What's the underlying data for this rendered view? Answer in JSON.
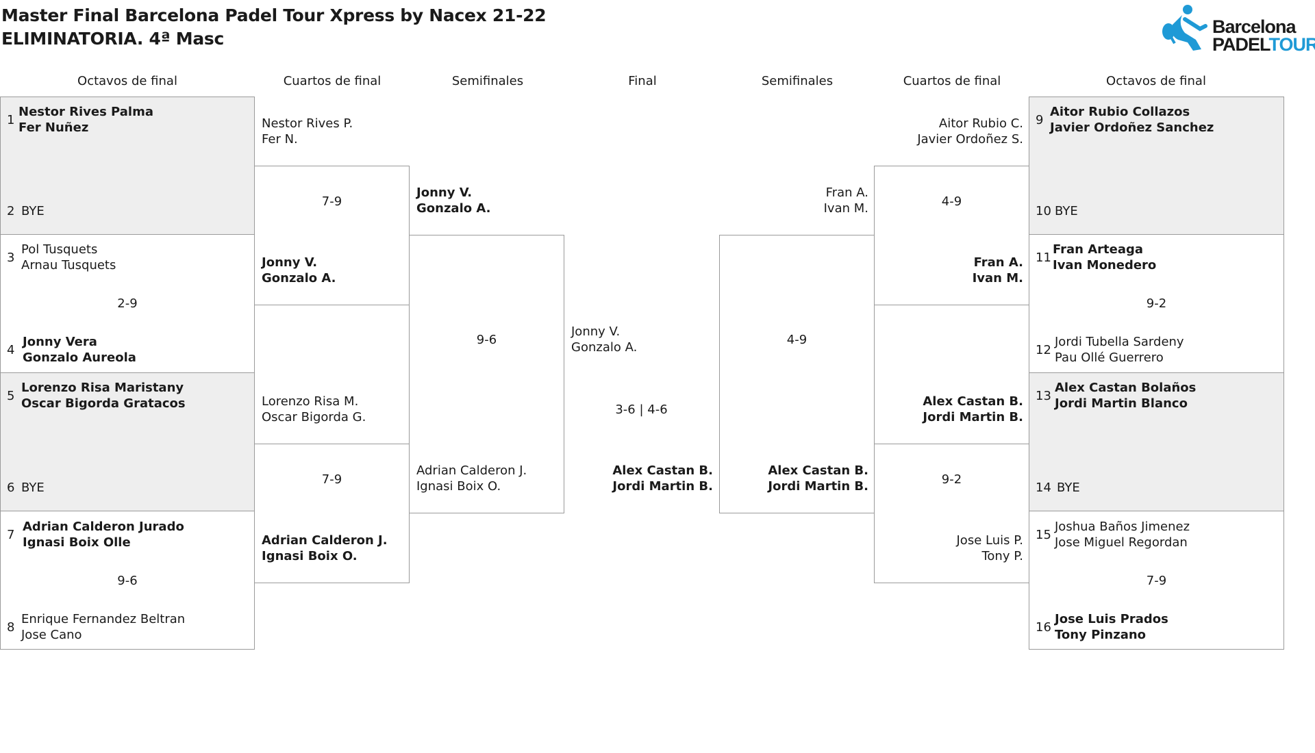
{
  "header": {
    "title_line1": "Master Final Barcelona Padel Tour Xpress by Nacex 21-22",
    "title_line2": "ELIMINATORIA. 4ª Masc"
  },
  "logo": {
    "line1": "Barcelona",
    "line2a": "PADEL",
    "line2b": "TOUR",
    "color_dark": "#1b1b1b",
    "color_blue": "#1f9ad6"
  },
  "columns": [
    "Octavos de final",
    "Cuartos de final",
    "Semifinales",
    "Final",
    "Semifinales",
    "Cuartos de final",
    "Octavos de final"
  ],
  "left": {
    "r16": [
      {
        "seed": "1",
        "p1": "Nestor Rives Palma",
        "p2": "Fer Nuñez"
      },
      {
        "seed": "2",
        "p1": "BYE",
        "p2": ""
      },
      {
        "seed": "3",
        "p1": "Pol Tusquets",
        "p2": "Arnau Tusquets"
      },
      {
        "seed": "4",
        "p1": "Jonny Vera",
        "p2": "Gonzalo Aureola"
      },
      {
        "seed": "5",
        "p1": "Lorenzo Risa Maristany",
        "p2": "Oscar Bigorda Gratacos"
      },
      {
        "seed": "6",
        "p1": "BYE",
        "p2": ""
      },
      {
        "seed": "7",
        "p1": "Adrian Calderon Jurado",
        "p2": "Ignasi Boix Olle"
      },
      {
        "seed": "8",
        "p1": "Enrique Fernandez Beltran",
        "p2": "Jose Cano"
      }
    ],
    "r16_scores": [
      "2-9",
      "9-6"
    ],
    "qf": [
      {
        "p1": "Nestor Rives P.",
        "p2": "Fer N."
      },
      {
        "p1": "Jonny V.",
        "p2": "Gonzalo A."
      },
      {
        "p1": "Lorenzo Risa M.",
        "p2": "Oscar Bigorda G."
      },
      {
        "p1": "Adrian Calderon J.",
        "p2": "Ignasi Boix O."
      }
    ],
    "qf_scores": [
      "7-9",
      "7-9"
    ],
    "sf": [
      {
        "p1": "Jonny V.",
        "p2": "Gonzalo A."
      },
      {
        "p1": "Adrian Calderon J.",
        "p2": "Ignasi Boix O."
      }
    ],
    "sf_score": "9-6"
  },
  "final": {
    "top": {
      "p1": "Jonny V.",
      "p2": "Gonzalo A."
    },
    "score": "3-6 | 4-6",
    "bottom": {
      "p1": "Alex Castan B.",
      "p2": "Jordi Martin B."
    }
  },
  "right": {
    "r16": [
      {
        "seed": "9",
        "p1": "Aitor Rubio Collazos",
        "p2": "Javier Ordoñez Sanchez"
      },
      {
        "seed": "10",
        "p1": "BYE",
        "p2": ""
      },
      {
        "seed": "11",
        "p1": "Fran Arteaga",
        "p2": "Ivan Monedero"
      },
      {
        "seed": "12",
        "p1": "Jordi Tubella Sardeny",
        "p2": "Pau Ollé Guerrero"
      },
      {
        "seed": "13",
        "p1": "Alex Castan Bolaños",
        "p2": "Jordi Martin Blanco"
      },
      {
        "seed": "14",
        "p1": "BYE",
        "p2": ""
      },
      {
        "seed": "15",
        "p1": "Joshua Baños Jimenez",
        "p2": "Jose Miguel Regordan"
      },
      {
        "seed": "16",
        "p1": "Jose Luis Prados",
        "p2": "Tony Pinzano"
      }
    ],
    "r16_scores": [
      "9-2",
      "7-9"
    ],
    "qf": [
      {
        "p1": "Aitor Rubio C.",
        "p2": "Javier Ordoñez S."
      },
      {
        "p1": "Fran A.",
        "p2": "Ivan M."
      },
      {
        "p1": "Alex Castan B.",
        "p2": "Jordi Martin B."
      },
      {
        "p1": "Jose Luis P.",
        "p2": "Tony P."
      }
    ],
    "qf_scores": [
      "4-9",
      "9-2"
    ],
    "sf": [
      {
        "p1": "Fran A.",
        "p2": "Ivan M."
      },
      {
        "p1": "Alex Castan B.",
        "p2": "Jordi Martin B."
      }
    ],
    "sf_score": "4-9"
  }
}
